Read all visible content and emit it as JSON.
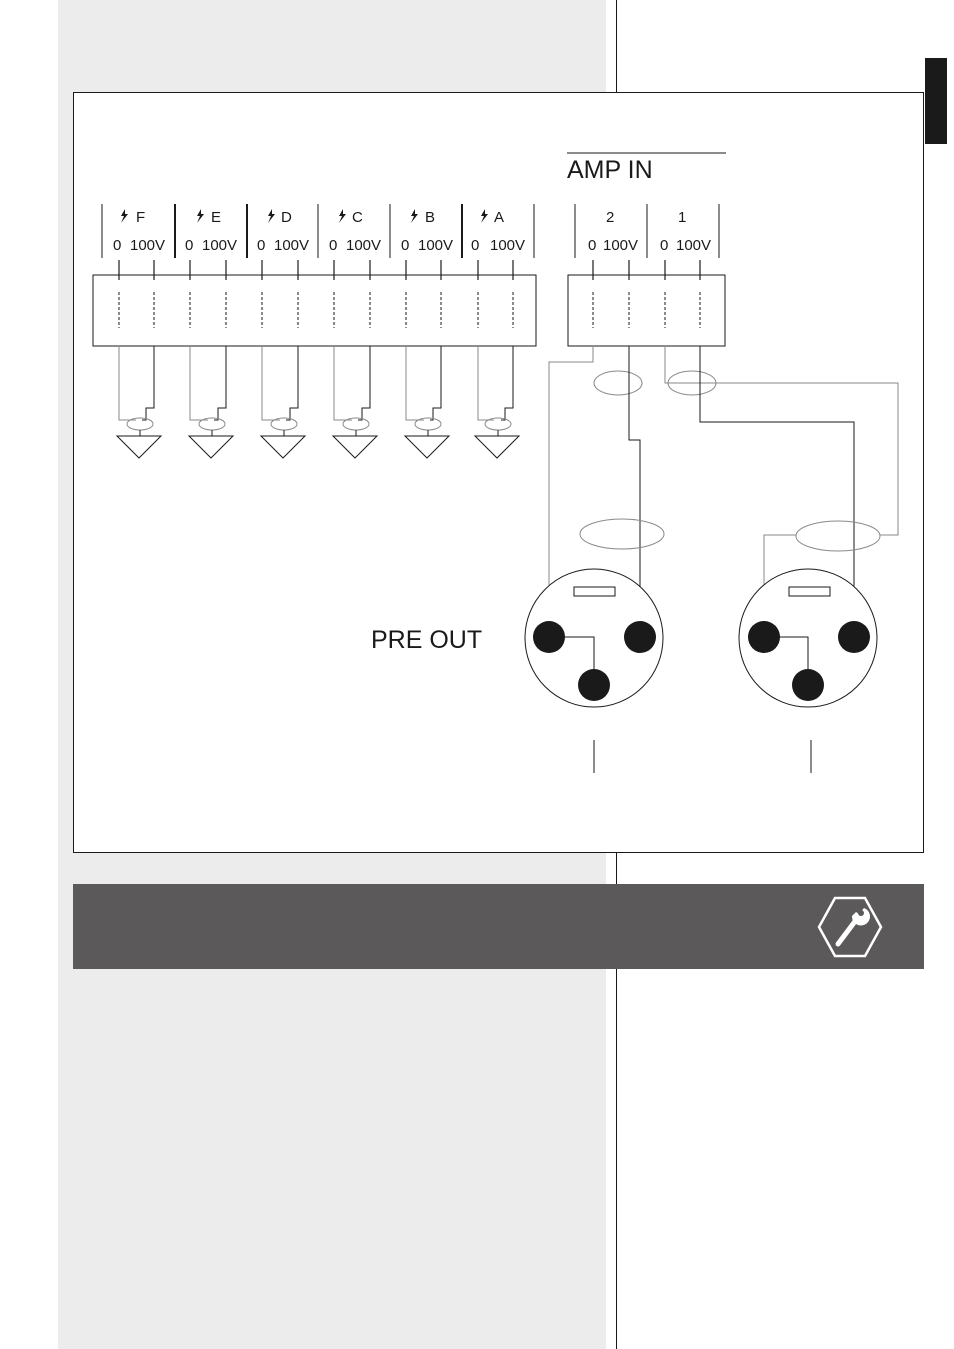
{
  "amp_in": {
    "title": "AMP IN"
  },
  "pre_out": {
    "title": "PRE OUT"
  },
  "terminals": {
    "zero_label": "0",
    "hundred_label": "100V"
  },
  "zones": [
    {
      "label": "F"
    },
    {
      "label": "E"
    },
    {
      "label": "D"
    },
    {
      "label": "C"
    },
    {
      "label": "B"
    },
    {
      "label": "A"
    }
  ],
  "amp_channels": [
    {
      "label": "2"
    },
    {
      "label": "1"
    }
  ],
  "colors": {
    "grey_column": "#ececec",
    "banner": "#5b595a",
    "line": "#1a1a1a",
    "wire_grey": "#8a8a8a"
  },
  "icons": {
    "zone_marker": "lightning-bolt-icon",
    "banner_badge": "wrench-icon"
  }
}
